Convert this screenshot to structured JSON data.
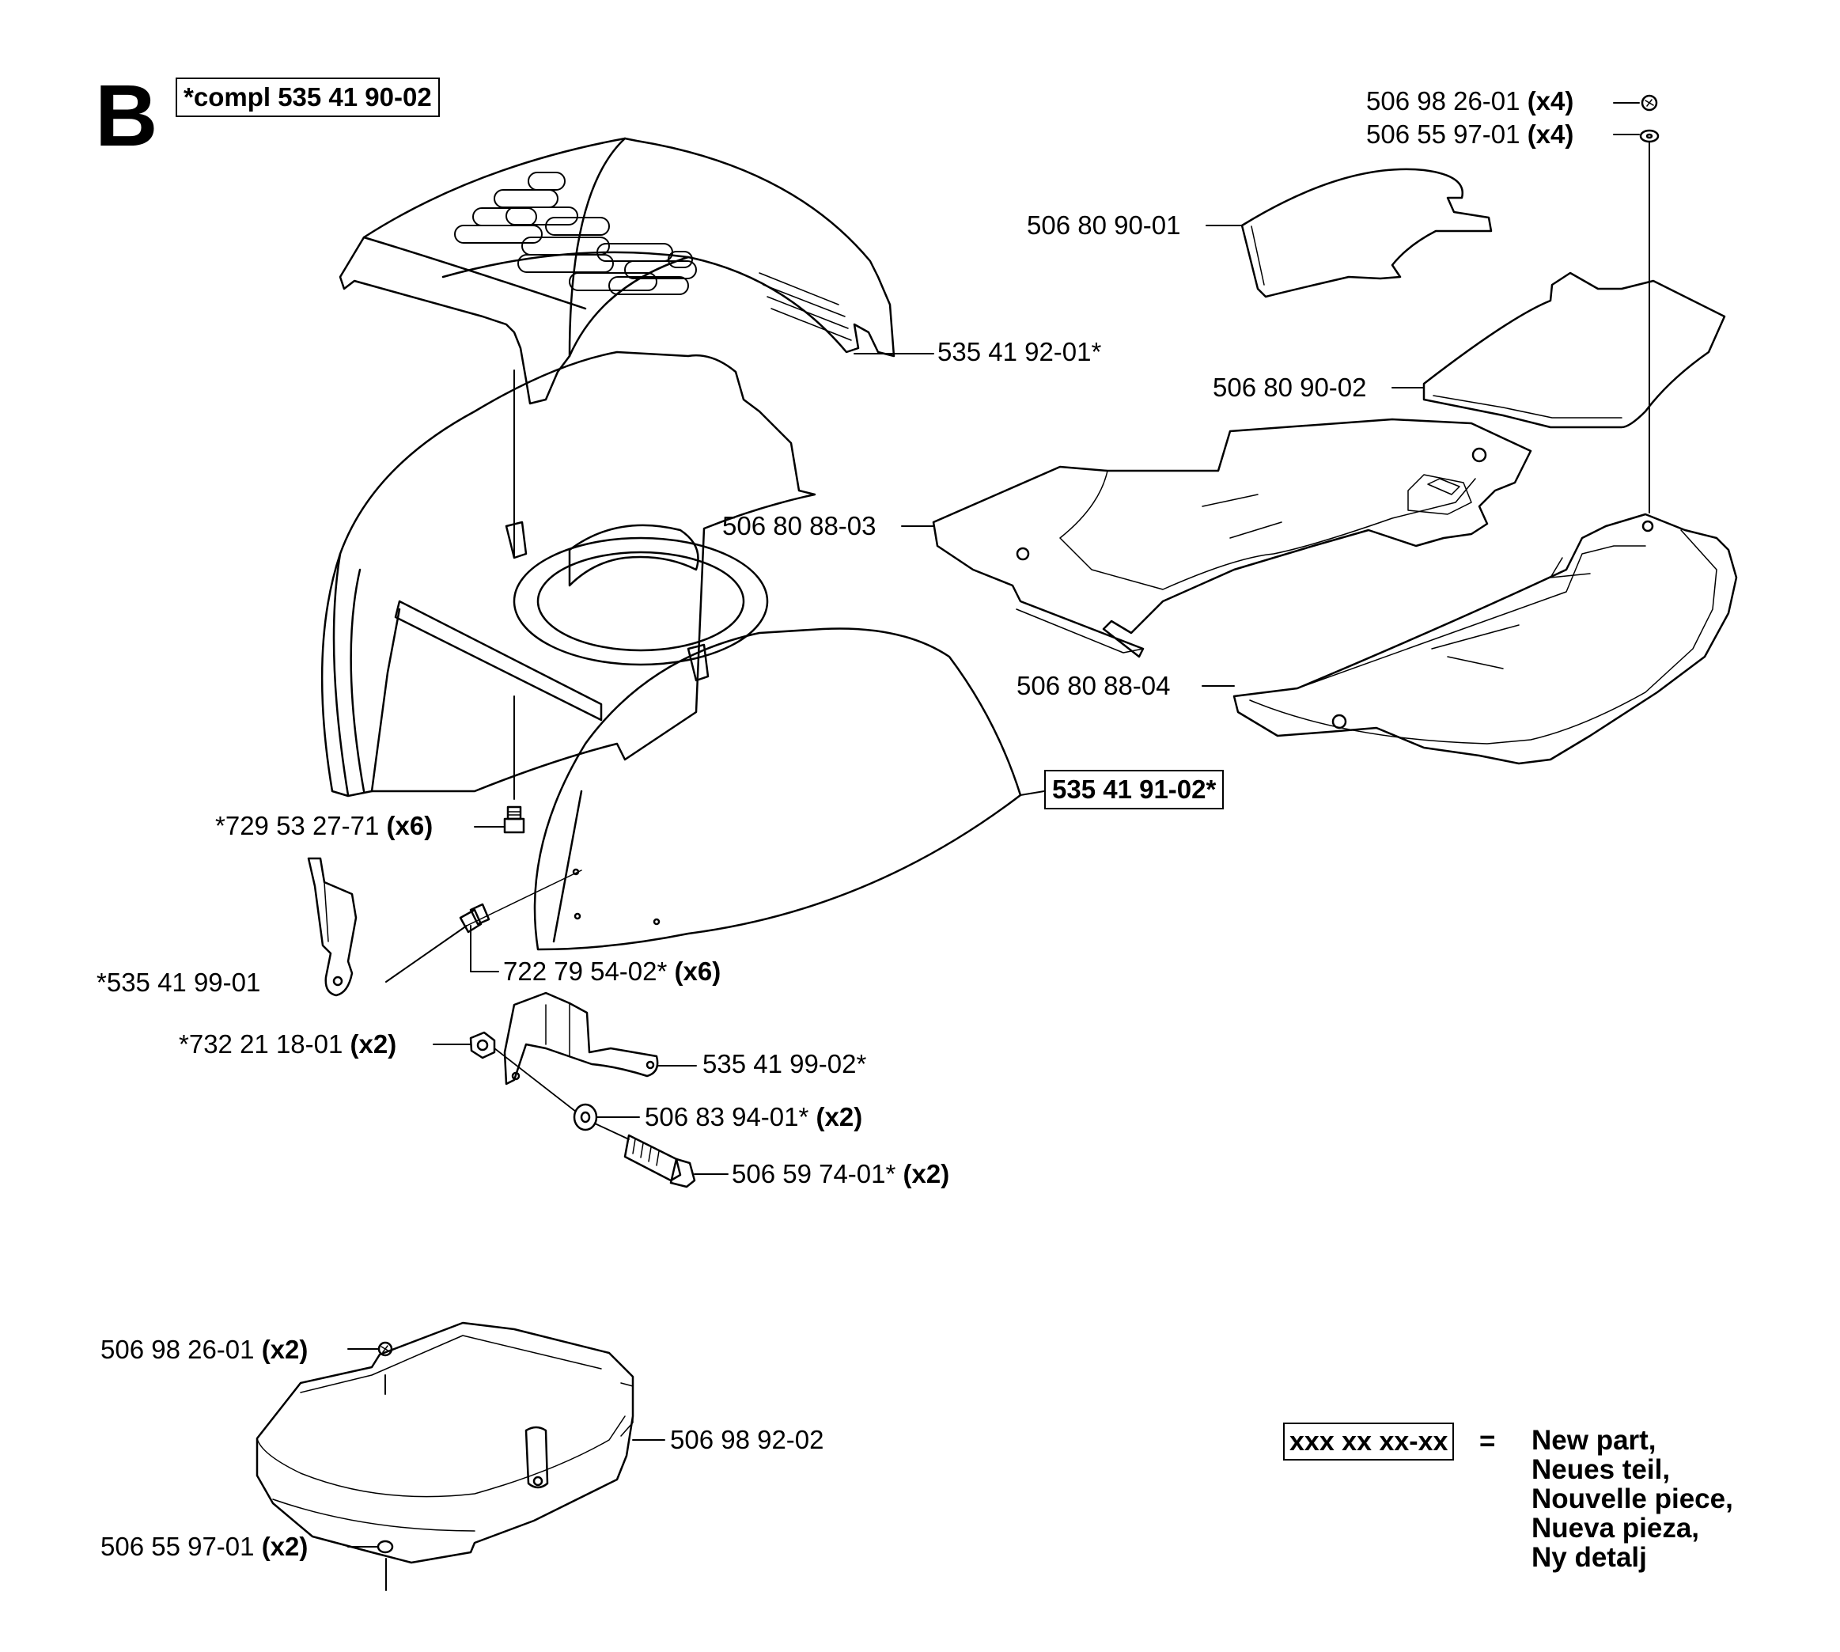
{
  "section_letter": "B",
  "assembly_label": "*compl 535 41 90-02",
  "parts": [
    {
      "id": "p1",
      "number": "506 98 26-01",
      "qty": "(x4)"
    },
    {
      "id": "p2",
      "number": "506 55 97-01",
      "qty": "(x4)"
    },
    {
      "id": "p3",
      "number": "506 80 90-01",
      "qty": ""
    },
    {
      "id": "p4",
      "number": "535 41 92-01*",
      "qty": ""
    },
    {
      "id": "p5",
      "number": "506 80 90-02",
      "qty": ""
    },
    {
      "id": "p6",
      "number": "506 80 88-03",
      "qty": ""
    },
    {
      "id": "p7",
      "number": "506 80 88-04",
      "qty": ""
    },
    {
      "id": "p8",
      "number": "535 41 91-02*",
      "qty": ""
    },
    {
      "id": "p9",
      "number": "*729 53 27-71",
      "qty": "(x6)"
    },
    {
      "id": "p10",
      "number": "*535 41 99-01",
      "qty": ""
    },
    {
      "id": "p11",
      "number": "722 79 54-02*",
      "qty": "(x6)"
    },
    {
      "id": "p12",
      "number": "*732 21 18-01",
      "qty": "(x2)"
    },
    {
      "id": "p13",
      "number": "535 41 99-02*",
      "qty": ""
    },
    {
      "id": "p14",
      "number": "506 83 94-01*",
      "qty": "(x2)"
    },
    {
      "id": "p15",
      "number": "506 59 74-01*",
      "qty": "(x2)"
    },
    {
      "id": "p16",
      "number": "506 98 26-01",
      "qty": "(x2)"
    },
    {
      "id": "p17",
      "number": "506 98 92-02",
      "qty": ""
    },
    {
      "id": "p18",
      "number": "506 55 97-01",
      "qty": "(x2)"
    }
  ],
  "legend": {
    "code": "xxx xx xx-xx",
    "equals": "=",
    "lines": [
      "New part,",
      "Neues teil,",
      "Nouvelle piece,",
      "Nueva pieza,",
      "Ny detalj"
    ]
  }
}
